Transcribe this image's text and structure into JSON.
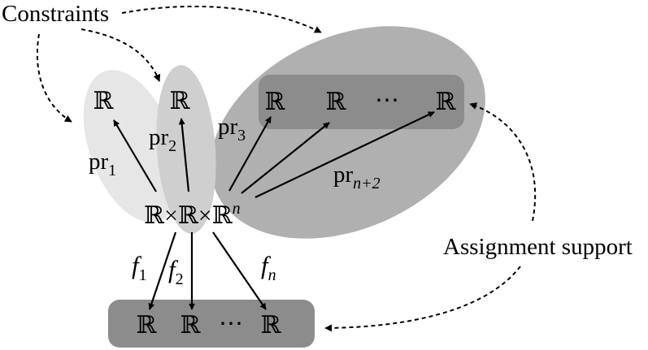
{
  "labels": {
    "constraints": "Constraints",
    "assignment_support": "Assignment support",
    "product_space": {
      "bb1": "ℝ",
      "times1": "×",
      "bb2": "ℝ",
      "times2": "×",
      "bb3": "ℝ",
      "exp": "n"
    },
    "pr1": {
      "base": "pr",
      "sub": "1"
    },
    "pr2": {
      "base": "pr",
      "sub": "2"
    },
    "pr3": {
      "base": "pr",
      "sub": "3"
    },
    "prn2": {
      "base": "pr",
      "sub": "n+2"
    },
    "f1": {
      "base": "f",
      "sub": "1"
    },
    "f2": {
      "base": "f",
      "sub": "2"
    },
    "fn": {
      "base": "f",
      "sub": "n"
    }
  },
  "top_reals": [
    "ℝ",
    "ℝ",
    "ℝ",
    "ℝ",
    "⋯",
    "ℝ"
  ],
  "bottom_reals": [
    "ℝ",
    "ℝ",
    "⋯",
    "ℝ"
  ],
  "colors": {
    "ellipse_light": "#e6e6e6",
    "ellipse_mid": "#cfcfcf",
    "ellipse_dark": "#b0b0b0",
    "box_dark": "#8c8c8c",
    "ink": "#000000"
  }
}
